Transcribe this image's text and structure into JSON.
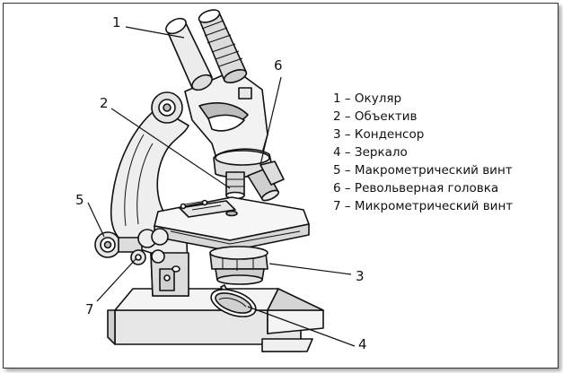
{
  "parts": [
    {
      "number": "1",
      "label": "1 – Окуляр"
    },
    {
      "number": "2",
      "label": "2 – Объектив"
    },
    {
      "number": "3",
      "label": "3 – Конденсор"
    },
    {
      "number": "4",
      "label": "4 – Зеркало"
    },
    {
      "number": "5",
      "label": "5 – Макрометрический винт"
    },
    {
      "number": "6",
      "label": "6 – Револьверная головка"
    },
    {
      "number": "7",
      "label": "7 – Микрометрический винт"
    }
  ]
}
